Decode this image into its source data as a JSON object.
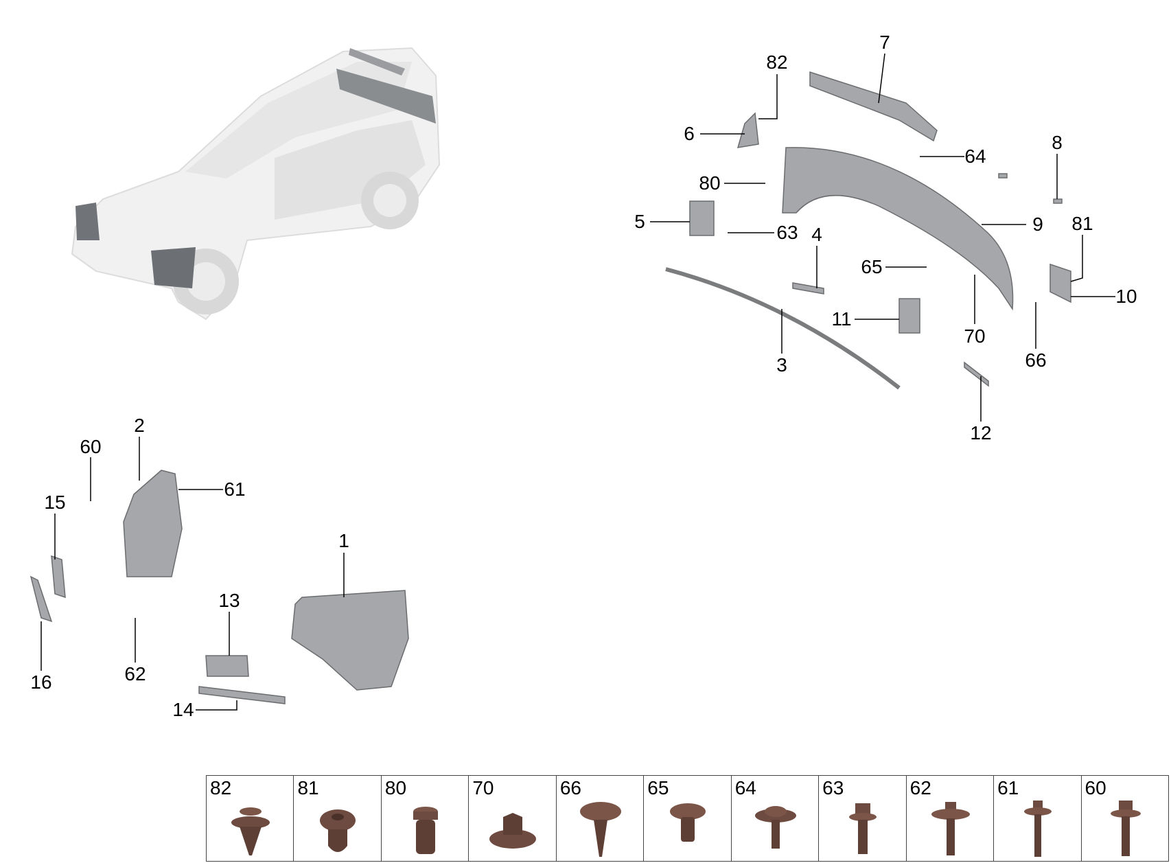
{
  "callouts": {
    "c1": "1",
    "c2": "2",
    "c3": "3",
    "c4": "4",
    "c5": "5",
    "c6": "6",
    "c7": "7",
    "c8": "8",
    "c9": "9",
    "c10": "10",
    "c11": "11",
    "c12": "12",
    "c13": "13",
    "c14": "14",
    "c15": "15",
    "c16": "16",
    "c60": "60",
    "c61": "61",
    "c62": "62",
    "c63": "63",
    "c64": "64",
    "c65": "65",
    "c66": "66",
    "c70": "70",
    "c80": "80",
    "c81": "81",
    "c82": "82"
  },
  "fastener_legend": [
    {
      "number": "82",
      "icon": "push-rivet-icon"
    },
    {
      "number": "81",
      "icon": "expansion-nut-icon"
    },
    {
      "number": "80",
      "icon": "sleeve-nut-icon"
    },
    {
      "number": "70",
      "icon": "flange-nut-icon"
    },
    {
      "number": "66",
      "icon": "tree-clip-icon"
    },
    {
      "number": "65",
      "icon": "torx-screw-icon"
    },
    {
      "number": "64",
      "icon": "washer-screw-icon"
    },
    {
      "number": "63",
      "icon": "hex-bolt-icon"
    },
    {
      "number": "62",
      "icon": "flange-bolt-icon"
    },
    {
      "number": "61",
      "icon": "long-bolt-icon"
    },
    {
      "number": "60",
      "icon": "hex-bolt-long-icon"
    }
  ],
  "colors": {
    "part": "#9a9c9f",
    "fastener": "#6e4b40",
    "vehicle": "#e4e4e4"
  }
}
